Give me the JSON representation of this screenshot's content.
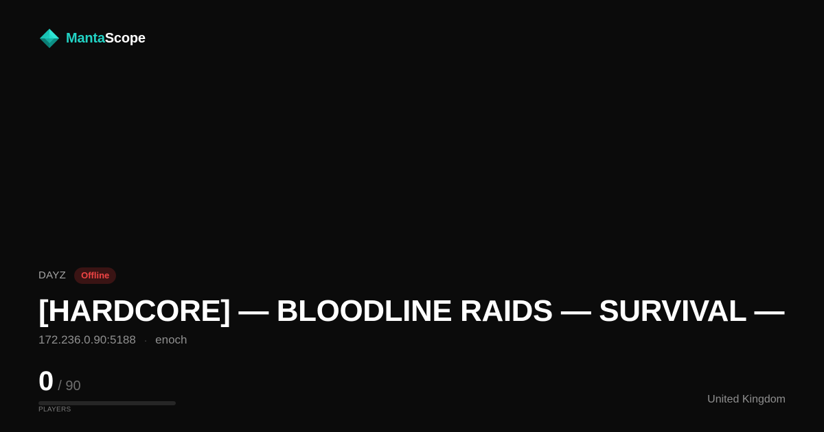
{
  "brand": {
    "name_accent": "Manta",
    "name_rest": "Scope",
    "logo_icon": "manta-diamond-icon",
    "accent_color": "#22d3c5"
  },
  "server": {
    "game": "DAYZ",
    "status": "Offline",
    "status_color": "#ef4444",
    "title": "[HARDCORE] — BLOODLINE RAIDS — SURVIVAL — ",
    "address": "172.236.0.90:5188",
    "separator": "·",
    "map": "enoch",
    "country": "United Kingdom"
  },
  "players": {
    "current": "0",
    "max_text": "/ 90",
    "current_value": 0,
    "max_value": 90,
    "label": "PLAYERS"
  }
}
